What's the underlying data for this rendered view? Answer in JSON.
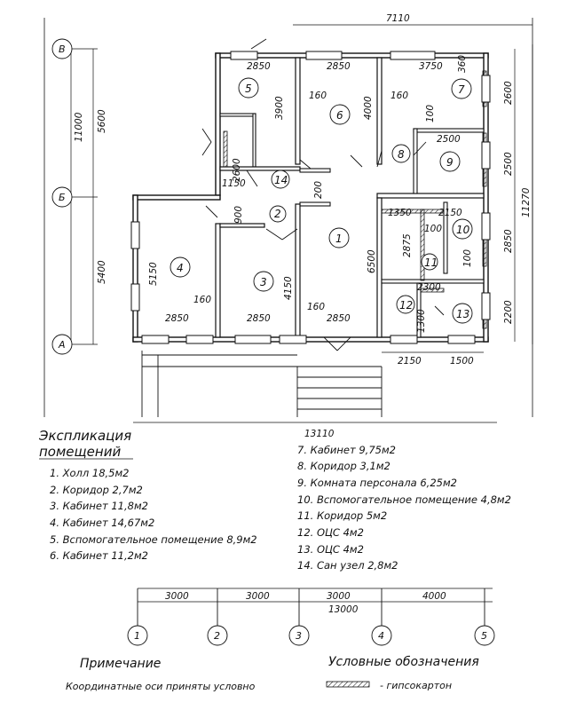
{
  "plan": {
    "axes_letters": [
      "В",
      "Б",
      "А"
    ],
    "axes_numbers": [
      "1",
      "2",
      "3",
      "4",
      "5"
    ],
    "left_dims": {
      "total": "11000",
      "upper": "5600",
      "lower": "5400"
    },
    "right_total": "11270",
    "top_dim": "7110",
    "overall_width": "13110",
    "right_dims": [
      "2600",
      "2500",
      "2850",
      "2200"
    ],
    "bottom_dims": [
      "2150",
      "1500"
    ],
    "axis_dims": [
      "3000",
      "3000",
      "3000",
      "4000"
    ],
    "axis_total": "13000",
    "inner_dims": {
      "r5_w": "2850",
      "r6_w": "2850",
      "r7_w": "3750",
      "top_360": "360",
      "r5_h": "3900",
      "r6_h": "4000",
      "d160_a": "160",
      "d160_b": "160",
      "d100_a": "100",
      "r9_w": "2500",
      "r14_h": "2600",
      "r14_w": "1150",
      "d200": "200",
      "d900": "900",
      "r4_h": "5150",
      "r3_h": "4150",
      "hall_h": "6500",
      "d160_c": "160",
      "d160_d": "160",
      "r4_w": "2850",
      "r3_w": "2850",
      "r1_w": "2850",
      "r10_a": "1350",
      "r10_b": "2150",
      "r11_a": "2875",
      "d100_b": "100",
      "d100_c": "100",
      "r11_b": "2300",
      "r12_h": "1300"
    },
    "room_numbers": [
      "1",
      "2",
      "3",
      "4",
      "5",
      "6",
      "7",
      "8",
      "9",
      "10",
      "11",
      "12",
      "13",
      "14"
    ]
  },
  "explication": {
    "title_line1": "Экспликация",
    "title_line2": "помещений",
    "col1": [
      "1. Холл 18,5м2",
      "2. Коридор 2,7м2",
      "3. Кабинет 11,8м2",
      "4. Кабинет 14,67м2",
      "5. Вспомогательное помещение 8,9м2",
      "6. Кабинет 11,2м2"
    ],
    "col2": [
      "7. Кабинет 9,75м2",
      "8. Коридор 3,1м2",
      "9. Комната персонала 6,25м2",
      "10. Вспомогательное помещение 4,8м2",
      "11. Коридор 5м2",
      "12. ОЦС 4м2",
      "13. ОЦС 4м2",
      "14. Сан узел 2,8м2"
    ]
  },
  "notes": {
    "note_title": "Примечание",
    "note_text": "Координатные оси приняты условно",
    "legend_title": "Условные обозначения",
    "legend_text": "- гипсокартон"
  }
}
